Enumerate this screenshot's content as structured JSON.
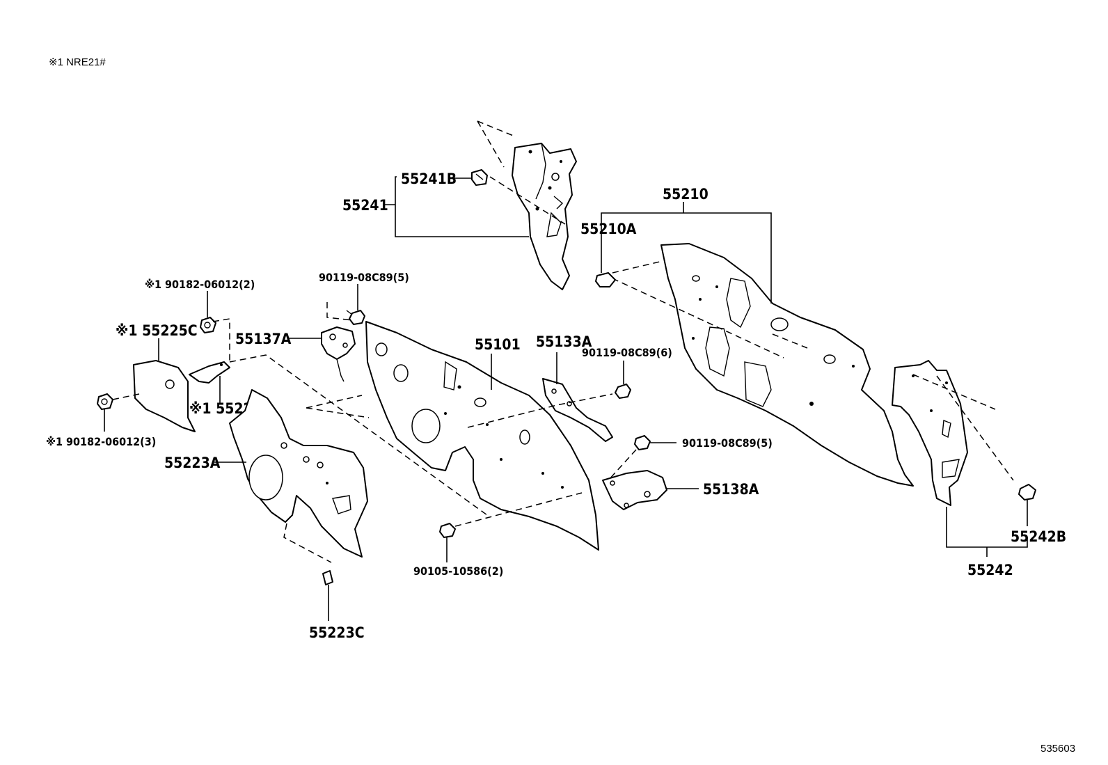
{
  "header_note": "※1 NRE21#",
  "image_id_text": "535603",
  "labels": {
    "p55241B": "55241B",
    "p55241": "55241",
    "p55210": "55210",
    "p55210A": "55210A",
    "p90119_top": "90119-08C89(5)",
    "note_90182_2": "※1 90182-06012(2)",
    "p55225C": "※1 55225C",
    "p55137A": "55137A",
    "p55101": "55101",
    "p55133A": "55133A",
    "p90119_6": "90119-08C89(6)",
    "p55229": "※1 55229",
    "note_90182_3": "※1 90182-06012(3)",
    "p55223A": "55223A",
    "p90119_mid": "90119-08C89(5)",
    "p55138A": "55138A",
    "p90105": "90105-10586(2)",
    "p55223C": "55223C",
    "p55242B": "55242B",
    "p55242": "55242"
  }
}
